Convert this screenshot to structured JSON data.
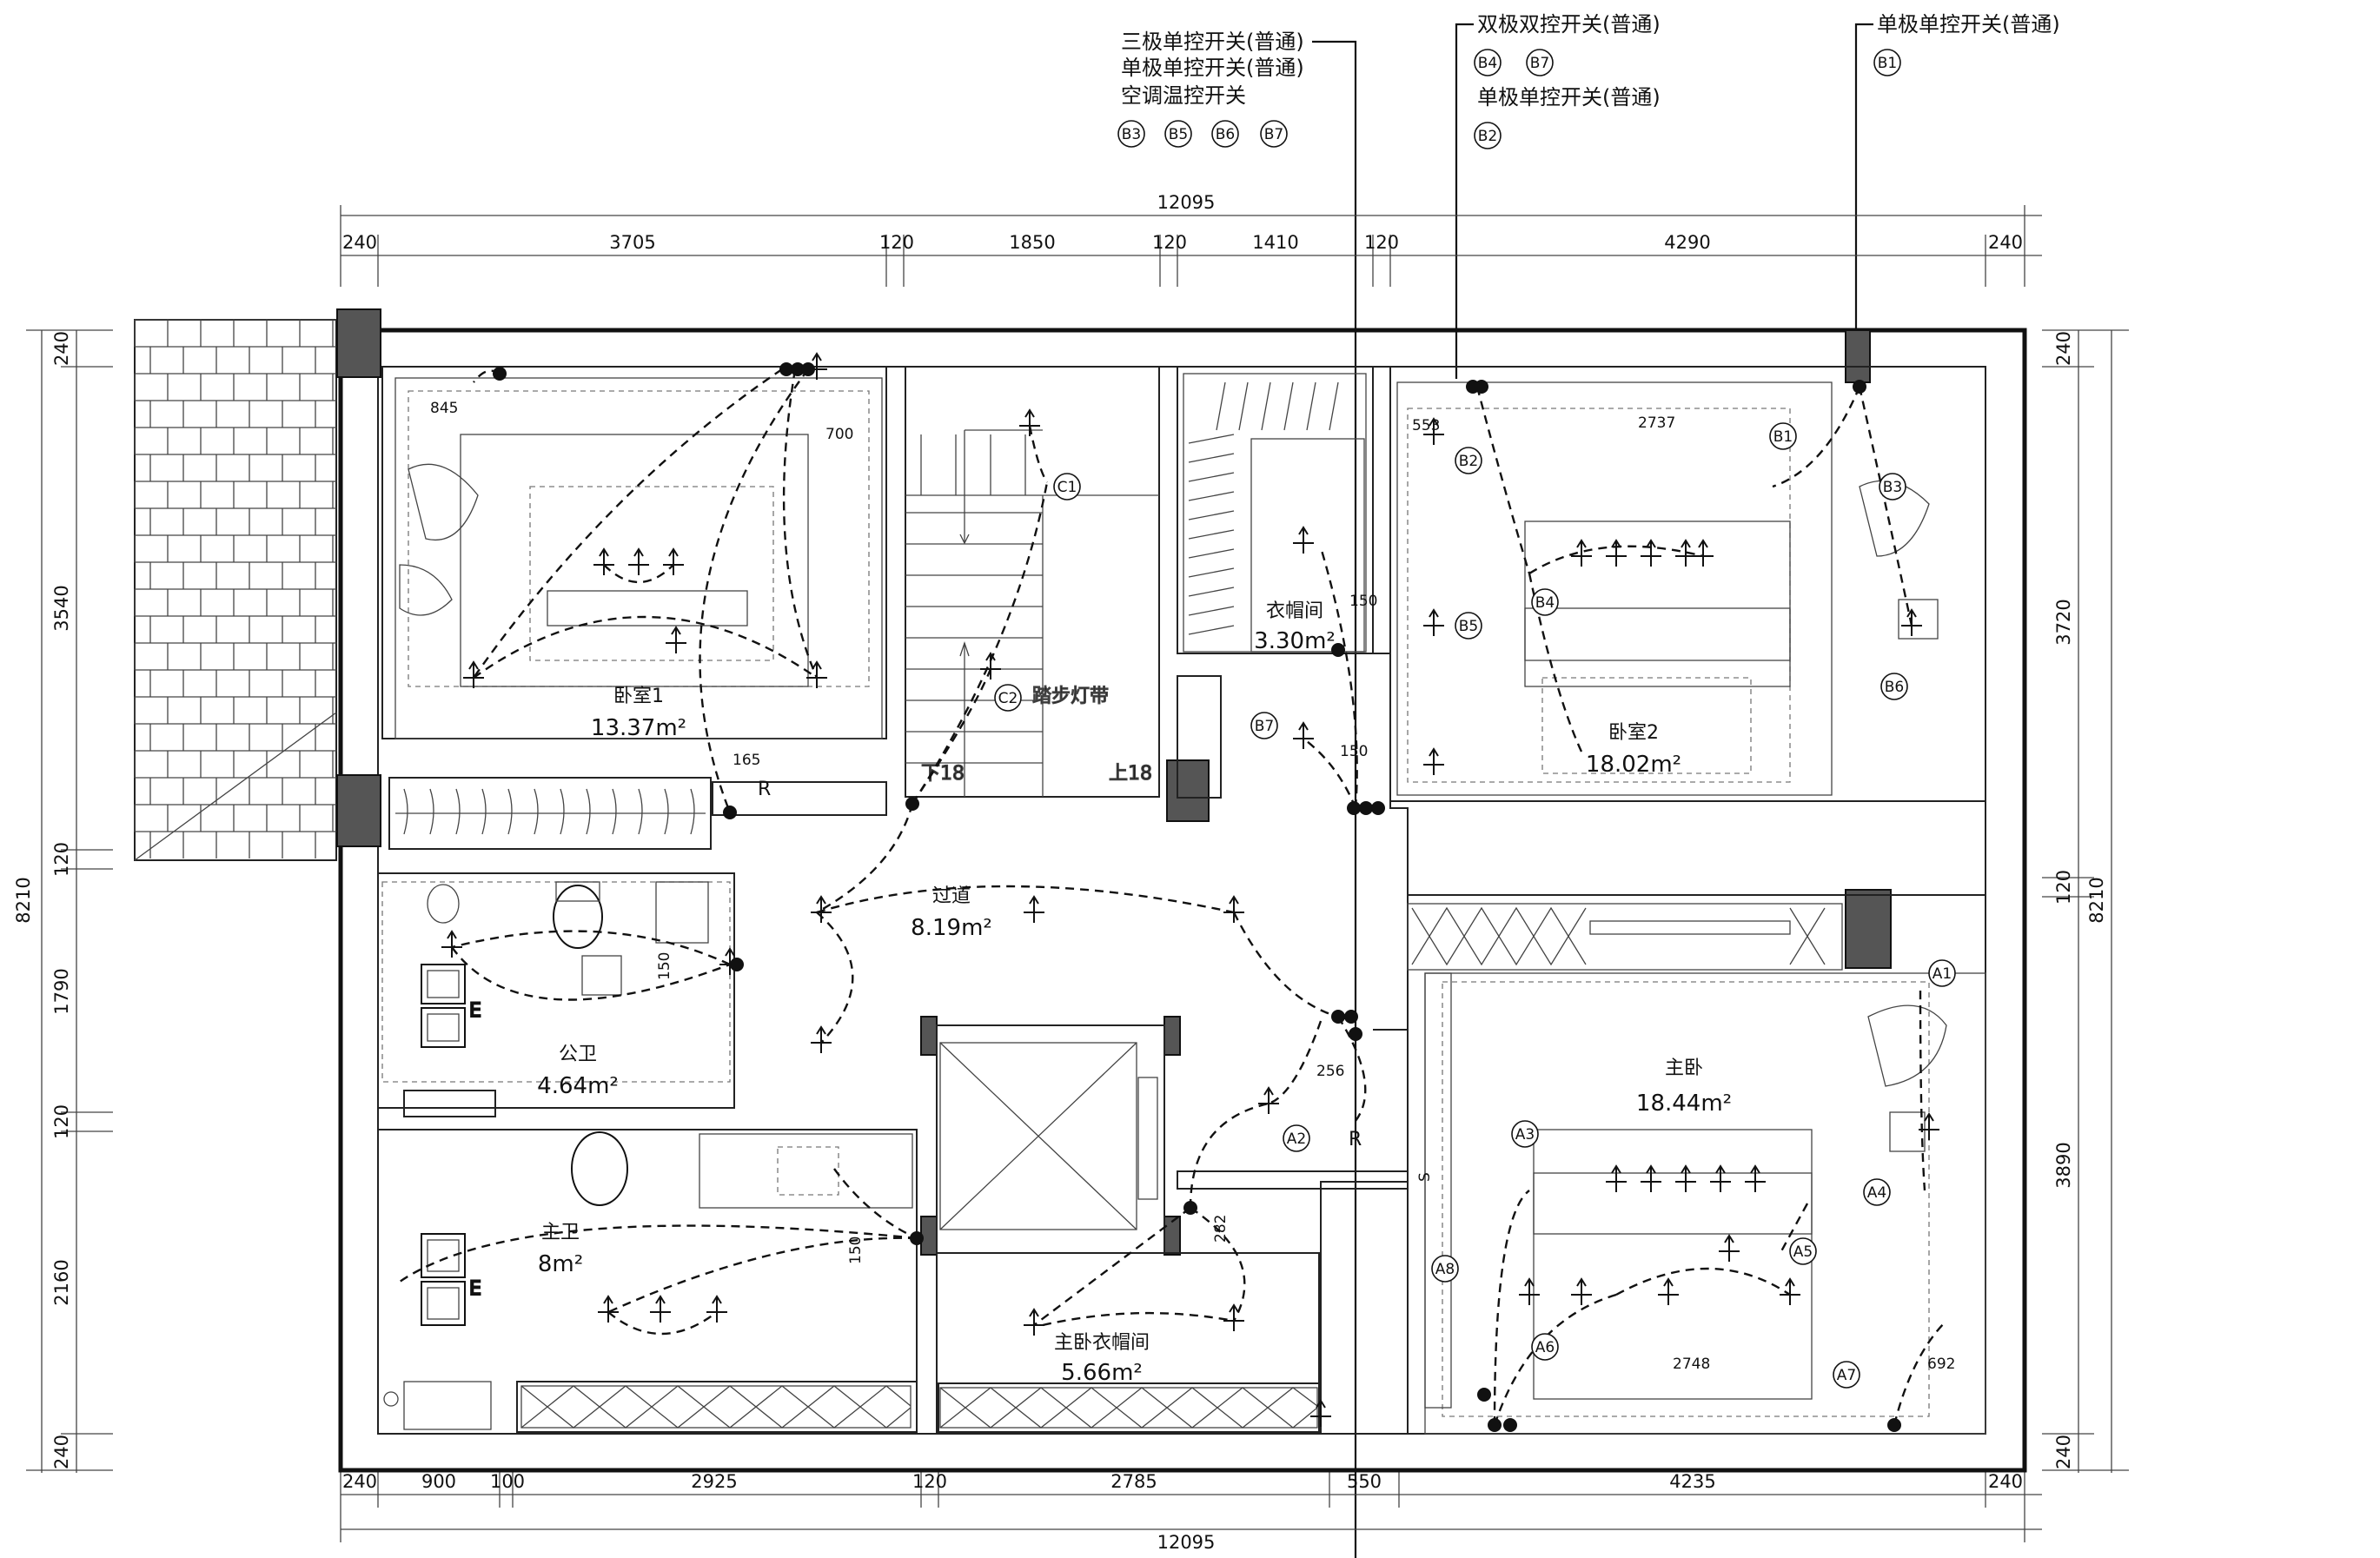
{
  "legend": {
    "group1": {
      "lines": [
        "三极单控开关(普通)",
        "单极单控开关(普通)",
        "空调温控开关"
      ],
      "tags": [
        "B3",
        "B5",
        "B6",
        "B7"
      ]
    },
    "group2": {
      "lines": [
        "双极双控开关(普通)"
      ],
      "tags": [
        "B4",
        "B7"
      ],
      "lines2": [
        "单极单控开关(普通)"
      ],
      "tags2": [
        "B2"
      ]
    },
    "group3": {
      "lines": [
        "单极单控开关(普通)"
      ],
      "tags": [
        "B1"
      ]
    }
  },
  "dimensions": {
    "top_total": "12095",
    "top_segments": [
      "240",
      "3705",
      "120",
      "1850",
      "120",
      "1410",
      "120",
      "4290",
      "240"
    ],
    "bottom_total": "12095",
    "bottom_segments": [
      "240",
      "900",
      "100",
      "2925",
      "120",
      "2785",
      "550",
      "4235",
      "240"
    ],
    "left_total": "8210",
    "left_segments": [
      "240",
      "3540",
      "120",
      "1790",
      "120",
      "2160",
      "240"
    ],
    "right_total": "8210",
    "right_segments": [
      "240",
      "3720",
      "120",
      "3890",
      "240"
    ],
    "inner": [
      "845",
      "700",
      "165",
      "150",
      "553",
      "2737",
      "150",
      "150",
      "256",
      "282",
      "150",
      "2748",
      "692"
    ]
  },
  "rooms": [
    {
      "name": "卧室1",
      "area": "13.37m²"
    },
    {
      "name": "衣帽间",
      "area": "3.30m²"
    },
    {
      "name": "卧室2",
      "area": "18.02m²"
    },
    {
      "name": "过道",
      "area": "8.19m²"
    },
    {
      "name": "公卫",
      "area": "4.64m²"
    },
    {
      "name": "主卧",
      "area": "18.44m²"
    },
    {
      "name": "主卫",
      "area": "8m²"
    },
    {
      "name": "主卧衣帽间",
      "area": "5.66m²"
    }
  ],
  "stairs": {
    "down": "下18",
    "up": "上18",
    "light_strip": "踏步灯带"
  },
  "switch_tags": [
    "C1",
    "C2",
    "B1",
    "B2",
    "B3",
    "B4",
    "B5",
    "B6",
    "B7",
    "A1",
    "A2",
    "A3",
    "A4",
    "A5",
    "A6",
    "A7",
    "A8"
  ],
  "markers": {
    "exhaust": "E",
    "radiator": "R",
    "spare": "S"
  }
}
